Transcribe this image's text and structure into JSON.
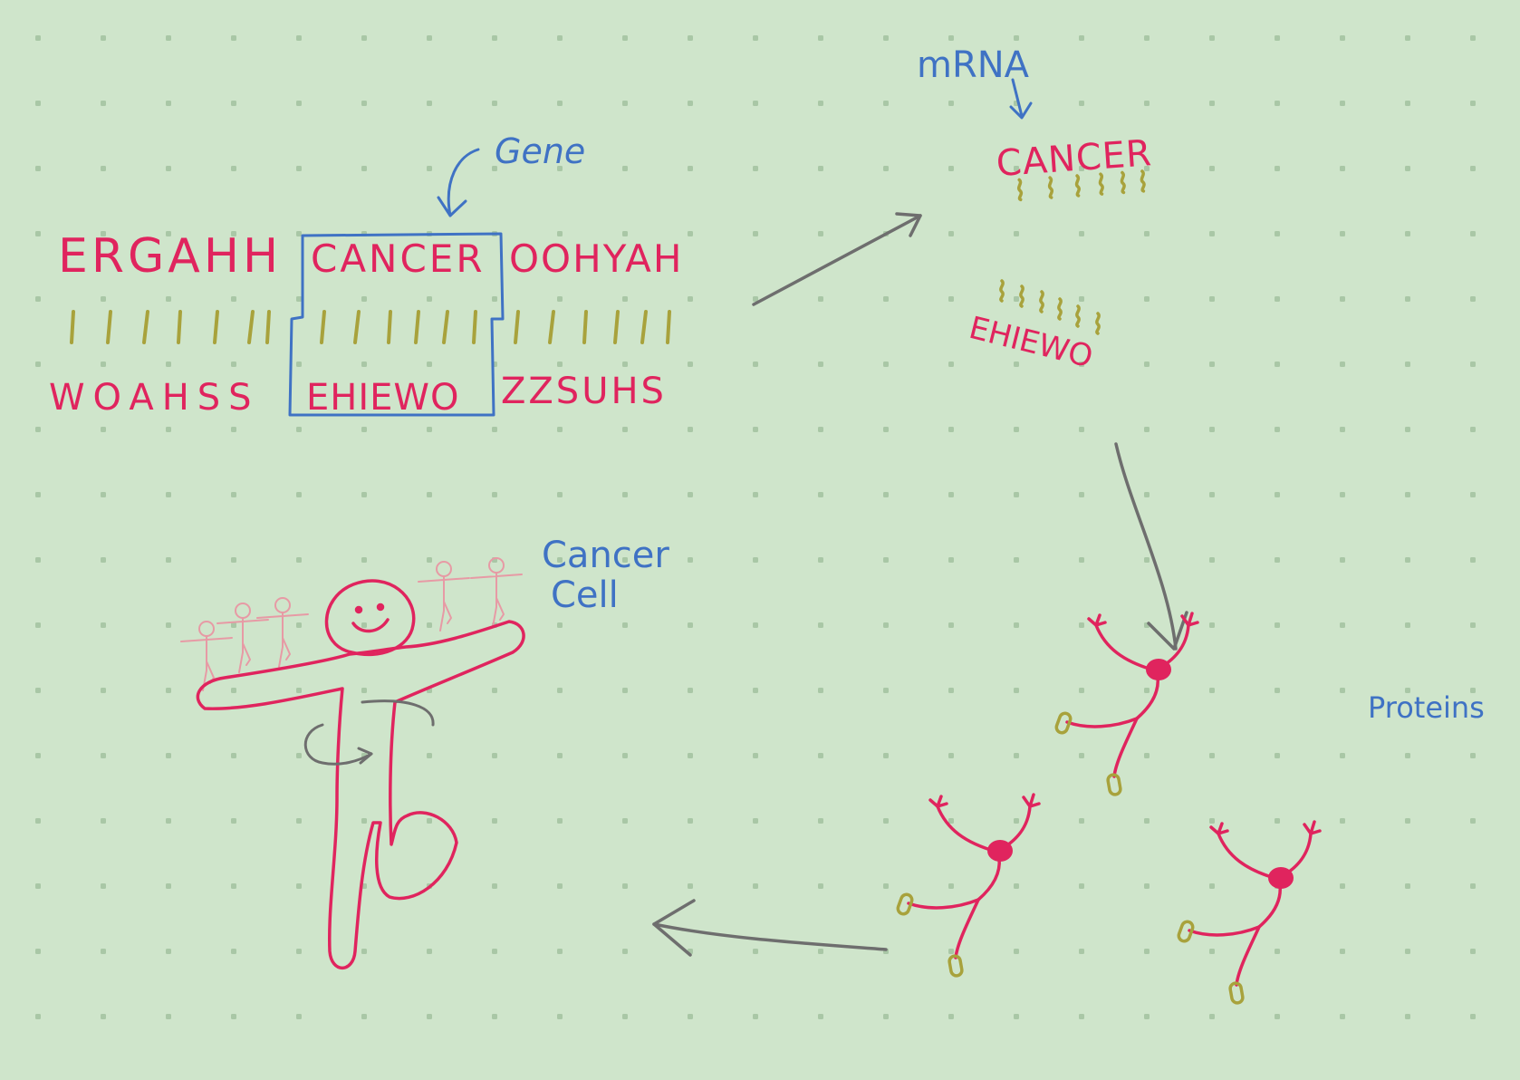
{
  "colors": {
    "background": "#cfe5cb",
    "dot_grid": "#a9c7a6",
    "letters": "#e0245e",
    "annotation": "#3f72c4",
    "bonds": "#a8a23c",
    "arrows": "#6e6e6e"
  },
  "dna": {
    "top_left": "ERGAHH",
    "top_gene": "CANCER",
    "top_right": "OOHYAH",
    "bottom_left": "WOAHSS",
    "bottom_gene": "EHIEWO",
    "bottom_right": "ZZSUHS"
  },
  "labels": {
    "gene": "Gene",
    "mrna": "mRNA",
    "proteins": "Proteins",
    "cancer_cell_line1": "Cancer",
    "cancer_cell_line2": "Cell"
  },
  "mrna": {
    "top_strand": "CANCER",
    "bottom_strand": "EHIEWO"
  },
  "icons": {
    "gene_pointer": "curved-arrow-icon",
    "mrna_pointer": "arrow-down-icon",
    "cancer_cell": "stick-figure-icon",
    "protein": "dancing-protein-icon",
    "rotation": "circular-arrow-icon"
  }
}
